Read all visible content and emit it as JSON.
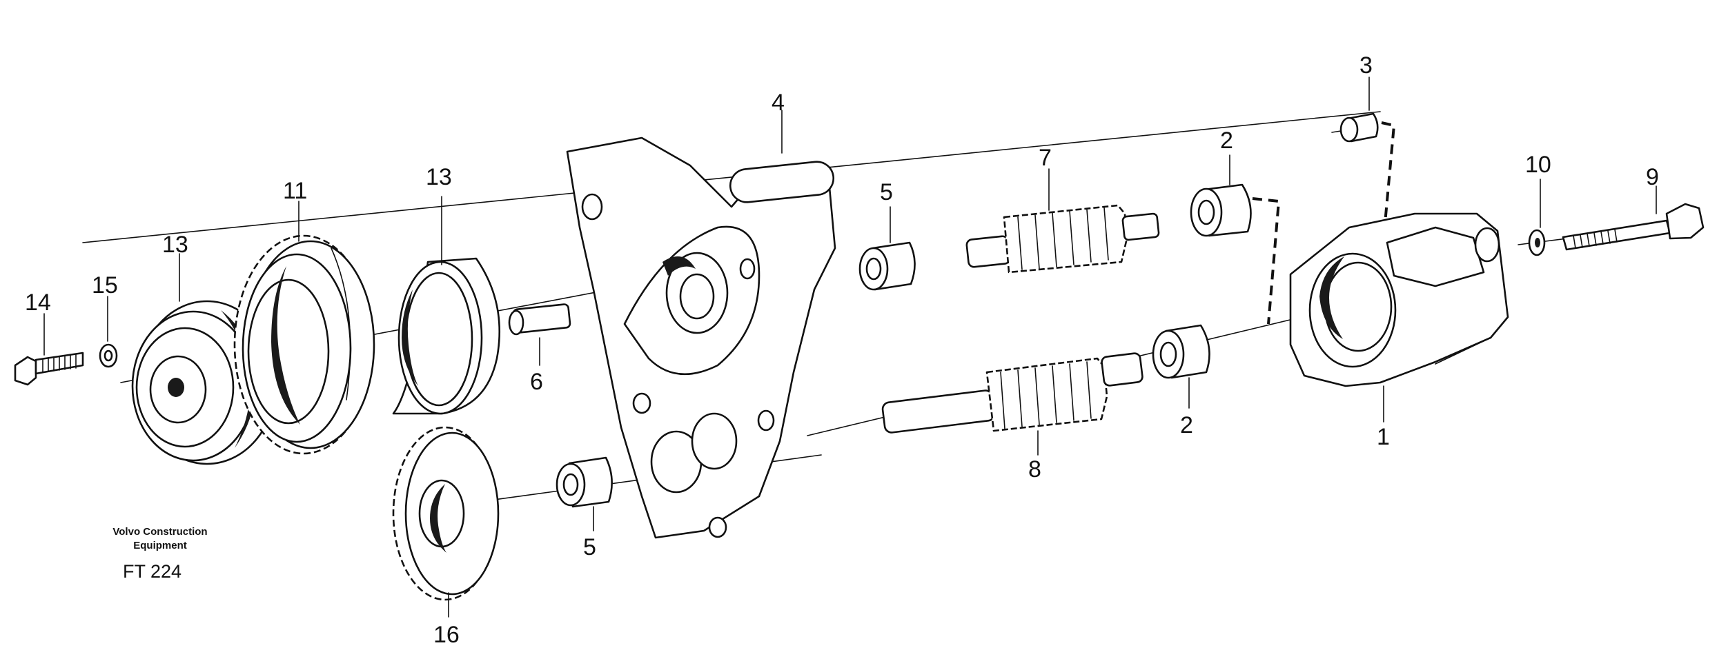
{
  "diagram": {
    "part_labels": [
      {
        "id": "p1",
        "text": "1"
      },
      {
        "id": "p2a",
        "text": "2"
      },
      {
        "id": "p2b",
        "text": "2"
      },
      {
        "id": "p3",
        "text": "3"
      },
      {
        "id": "p4",
        "text": "4"
      },
      {
        "id": "p5a",
        "text": "5"
      },
      {
        "id": "p5b",
        "text": "5"
      },
      {
        "id": "p6",
        "text": "6"
      },
      {
        "id": "p7",
        "text": "7"
      },
      {
        "id": "p8",
        "text": "8"
      },
      {
        "id": "p9",
        "text": "9"
      },
      {
        "id": "p10",
        "text": "10"
      },
      {
        "id": "p11",
        "text": "11"
      },
      {
        "id": "p13a",
        "text": "13"
      },
      {
        "id": "p13b",
        "text": "13"
      },
      {
        "id": "p14",
        "text": "14"
      },
      {
        "id": "p15",
        "text": "15"
      },
      {
        "id": "p16",
        "text": "16"
      }
    ],
    "caption": {
      "line1": "Volvo Construction",
      "line2": "Equipment",
      "code": "FT 224"
    }
  }
}
